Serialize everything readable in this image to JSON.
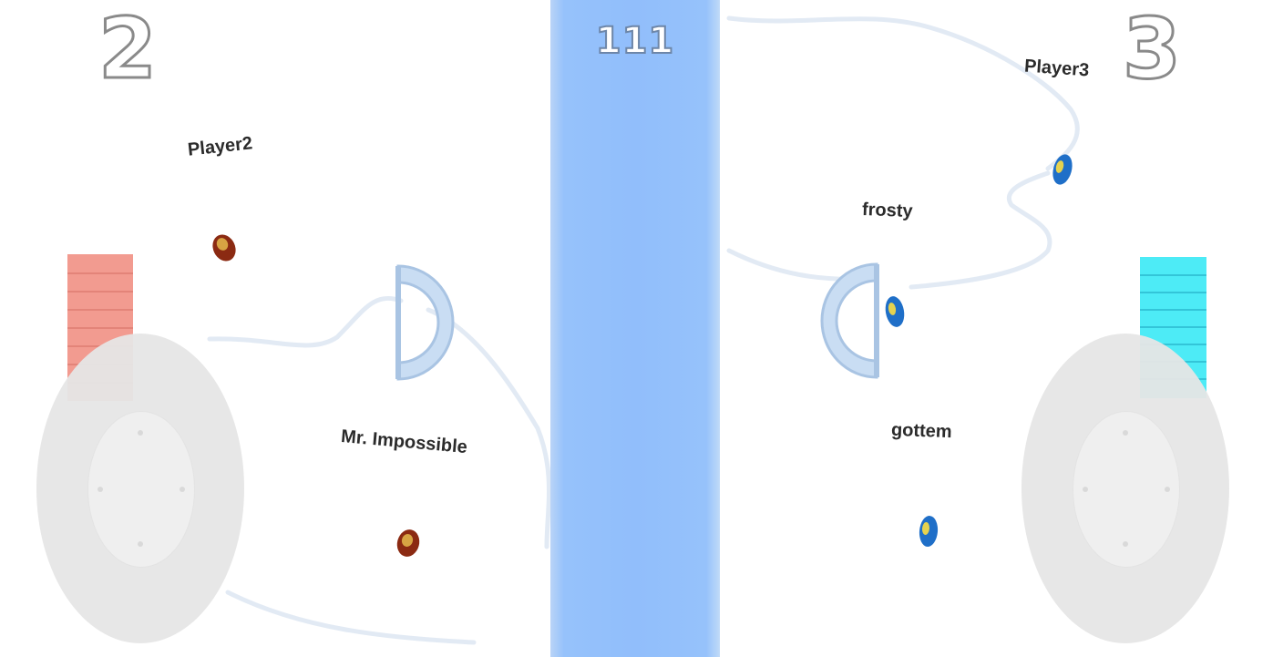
{
  "hud": {
    "left_team_score": "2",
    "right_team_score": "3",
    "round_timer": "111"
  },
  "players": {
    "player2": "Player2",
    "mr_impossible": "Mr. Impossible",
    "player3": "Player3",
    "frosty": "frosty",
    "gottem": "gottem"
  },
  "colors": {
    "left_team": "#f08a7c",
    "right_team": "#2ee8f5",
    "center_divider": "#91befb",
    "puck_red": "#8b2a12",
    "puck_blue": "#1f6fc8"
  },
  "icons": {
    "left_goal": "goal-bracket-icon",
    "right_goal": "goal-bracket-icon",
    "joystick": "virtual-joystick"
  }
}
